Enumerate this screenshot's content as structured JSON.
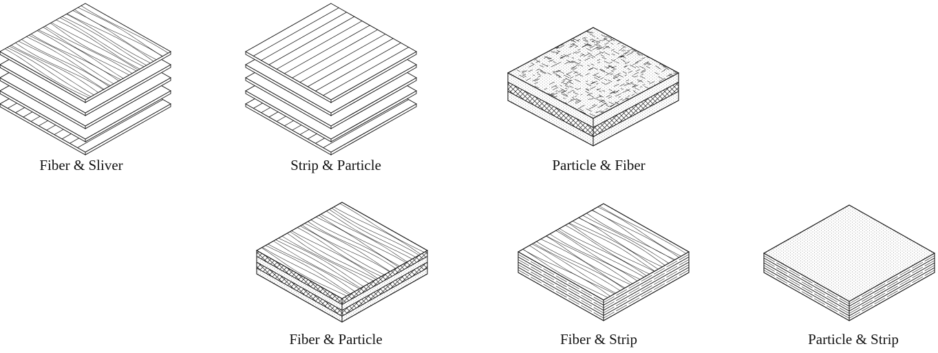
{
  "colors": {
    "line": "#1a1a1a",
    "background": "#ffffff",
    "dots": "#6a6a6a"
  },
  "panels": [
    {
      "id": "fiber-sliver",
      "label": "Fiber & Sliver",
      "style": "stack",
      "layers": [
        "blank",
        "blank",
        "blank",
        "blank",
        "strip"
      ],
      "top": "wood"
    },
    {
      "id": "strip-particle",
      "label": "Strip & Particle",
      "style": "stack",
      "layers": [
        "blank",
        "blank",
        "blank",
        "blank",
        "strip"
      ],
      "top": "strip"
    },
    {
      "id": "particle-fiber",
      "label": "Particle & Fiber",
      "style": "block",
      "top": "particle",
      "bands": [
        "dots",
        "crosshatch",
        "dots"
      ]
    },
    {
      "id": "fiber-particle",
      "label": "Fiber & Particle",
      "style": "block",
      "top": "wood",
      "bands": [
        "crosshatch",
        "dots",
        "crosshatch",
        "dots"
      ]
    },
    {
      "id": "fiber-strip",
      "label": "Fiber & Strip",
      "style": "block",
      "top": "wood",
      "bands": [
        "veneer",
        "veneer",
        "veneer",
        "veneer"
      ]
    },
    {
      "id": "particle-strip",
      "label": "Particle & Strip",
      "style": "block",
      "top": "dots",
      "bands": [
        "veneer",
        "veneer",
        "veneer",
        "veneer"
      ]
    }
  ]
}
